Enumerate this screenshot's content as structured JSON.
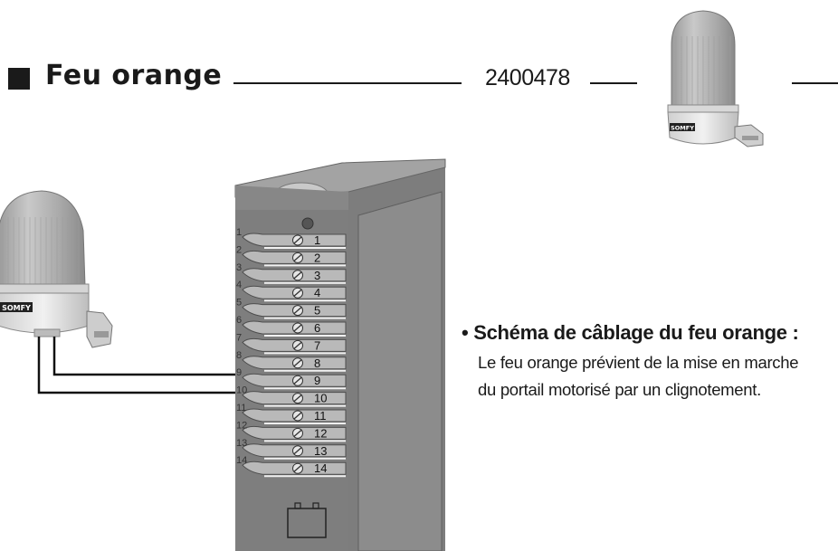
{
  "header": {
    "title": "Feu orange",
    "reference": "2400478"
  },
  "lamp": {
    "brand": "SOMFY"
  },
  "terminal_block": {
    "terminals": [
      "1",
      "2",
      "3",
      "4",
      "5",
      "6",
      "7",
      "8",
      "9",
      "10",
      "11",
      "12",
      "13",
      "14"
    ],
    "side_numbers": [
      "1",
      "2",
      "3",
      "4",
      "5",
      "6",
      "7",
      "8",
      "9",
      "10",
      "11",
      "12",
      "13",
      "14"
    ]
  },
  "caption": {
    "title": "• Schéma de câblage du feu orange :",
    "line1": "Le feu orange prévient de la mise en marche",
    "line2": "du portail motorisé par un clignotement."
  },
  "colors": {
    "ink": "#1a1a1a",
    "housing": "#8f8f8f",
    "housing_dark": "#6f6f6f",
    "lamp_dome": "#b5b5b5",
    "lamp_base": "#e0e0e0"
  }
}
